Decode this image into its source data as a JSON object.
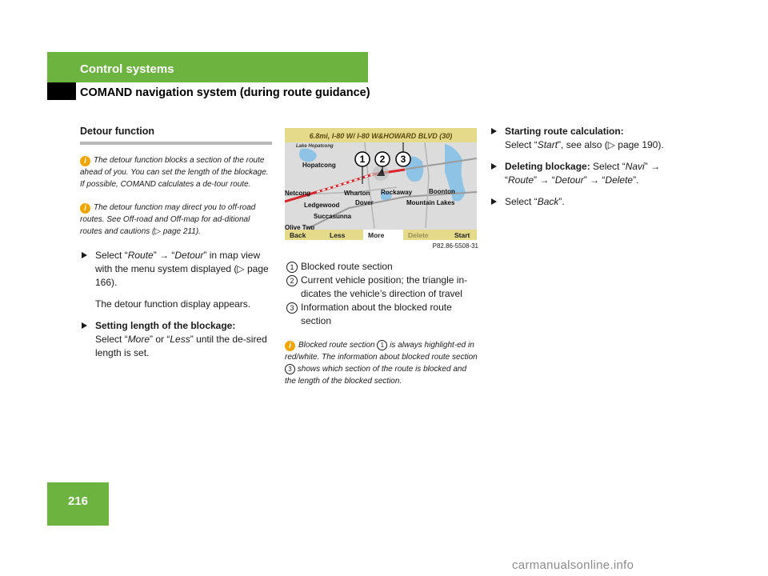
{
  "header": {
    "chapter": "Control systems",
    "section": "COMAND navigation system (during route guidance)"
  },
  "page_number": "216",
  "col1": {
    "title": "Detour function",
    "note1": "The detour function blocks a section of the route ahead of you. You can set the length of the blockage. If possible, COMAND calculates a de-tour route.",
    "note2": "The detour function may direct you to off-road routes. See Off-road and Off-map for ad-ditional routes and cautions (▷ page 211).",
    "step1": {
      "pre": "Select “",
      "a": "Route",
      "mid": "” → “",
      "b": "Detour",
      "post": "” in map view with the menu system displayed (▷ page 166)."
    },
    "step1_result": "The detour function display appears.",
    "step2": {
      "label": "Setting length of the blockage:",
      "pre": "Select “",
      "a": "More",
      "mid": "” or “",
      "b": "Less",
      "post": "” until the de-sired length is set."
    }
  },
  "map": {
    "top_bar": "6.8mi, I-80 W/ I-80 W&HOWARD BLVD (30)",
    "places": [
      "Lake Hopatcong",
      "Hopatcong",
      "Netcong",
      "Wharton",
      "Ledgewood",
      "Dover",
      "Rockaway",
      "Boonton",
      "Mountain Lakes",
      "Succasunna",
      "Olive Twp"
    ],
    "callouts": [
      "1",
      "2",
      "3"
    ],
    "menu": [
      "Back",
      "Less",
      "More",
      "Delete",
      "Start"
    ],
    "figure_id": "P82.86-5508-31",
    "colors": {
      "menu_bar": "#e5d98a",
      "route": "#d8262c",
      "water": "#8ec3e6",
      "land": "#d9d9d9"
    }
  },
  "legend": [
    {
      "num": "1",
      "text": "Blocked route section"
    },
    {
      "num": "2",
      "text": "Current vehicle position; the triangle in-dicates the vehicle’s direction of travel"
    },
    {
      "num": "3",
      "text": "Information about the blocked route section"
    }
  ],
  "col2_note": {
    "pre": "Blocked route section",
    "n1": "1",
    "mid": "is always highlight-ed in red/white. The information about blocked route section",
    "n3": "3",
    "post": "shows which section of the route is blocked and the length of the blocked section."
  },
  "col3": {
    "step1": {
      "label": "Starting route calculation:",
      "pre": "Select “",
      "a": "Start",
      "post": "”, see also (▷ page 190)."
    },
    "step2": {
      "label": "Deleting blockage:",
      "pre": "Select “",
      "a": "Navi",
      "m1": "” → “",
      "b": "Route",
      "m2": "” → “",
      "c": "Detour",
      "m3": "” → “",
      "d": "Delete",
      "post": "”."
    },
    "step3": {
      "pre": "Select “",
      "a": "Back",
      "post": "”."
    }
  },
  "watermark": "carmanualsonline.info"
}
